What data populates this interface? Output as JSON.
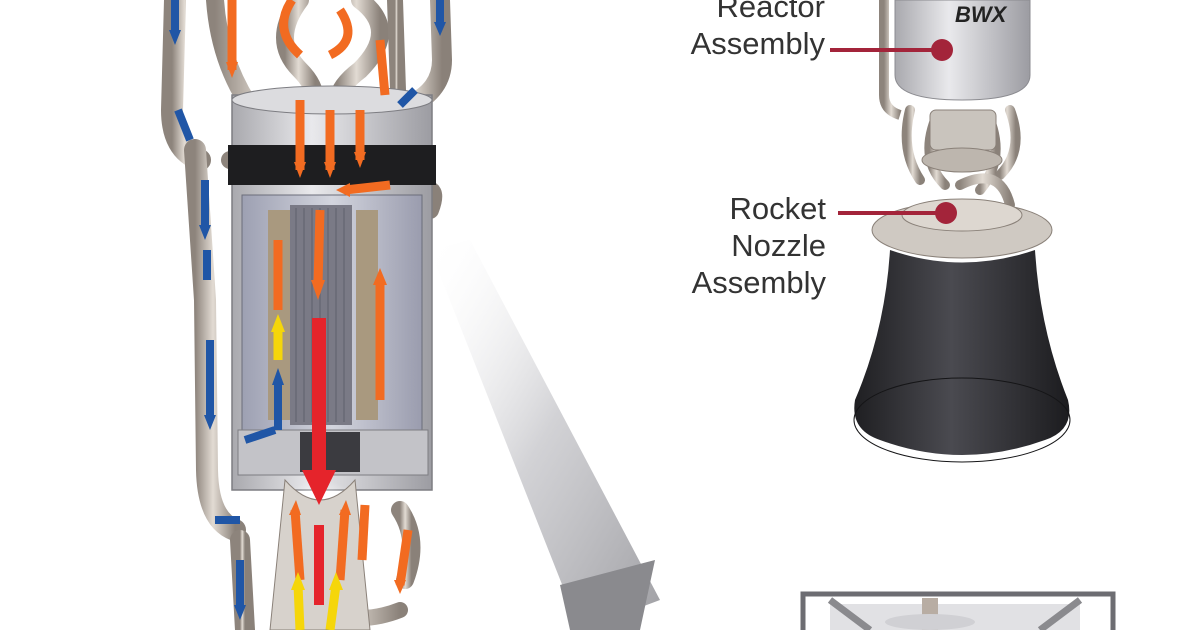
{
  "labels": {
    "reactor_assembly": [
      "Reactor",
      "Assembly"
    ],
    "rocket_nozzle_assembly": [
      "Rocket",
      "Nozzle",
      "Assembly"
    ],
    "logo_text": "BWX"
  },
  "colors": {
    "background": "#ffffff",
    "text": "#333333",
    "callout_line": "#a3243a",
    "pipe": "#b8ada3",
    "metal": "#cfcfd2",
    "core_panel": "#b6b8c4",
    "fuel_rod": "#a89a8a",
    "nozzle": "#2f2f33",
    "arrow_orange": "#f26b21",
    "arrow_blue": "#2056a6",
    "arrow_yellow": "#f5d60a",
    "arrow_red": "#e5242b",
    "arrow_grey": "#8a8a8e"
  },
  "icons": [
    "flow-arrow-icon",
    "callout-dot-icon"
  ]
}
